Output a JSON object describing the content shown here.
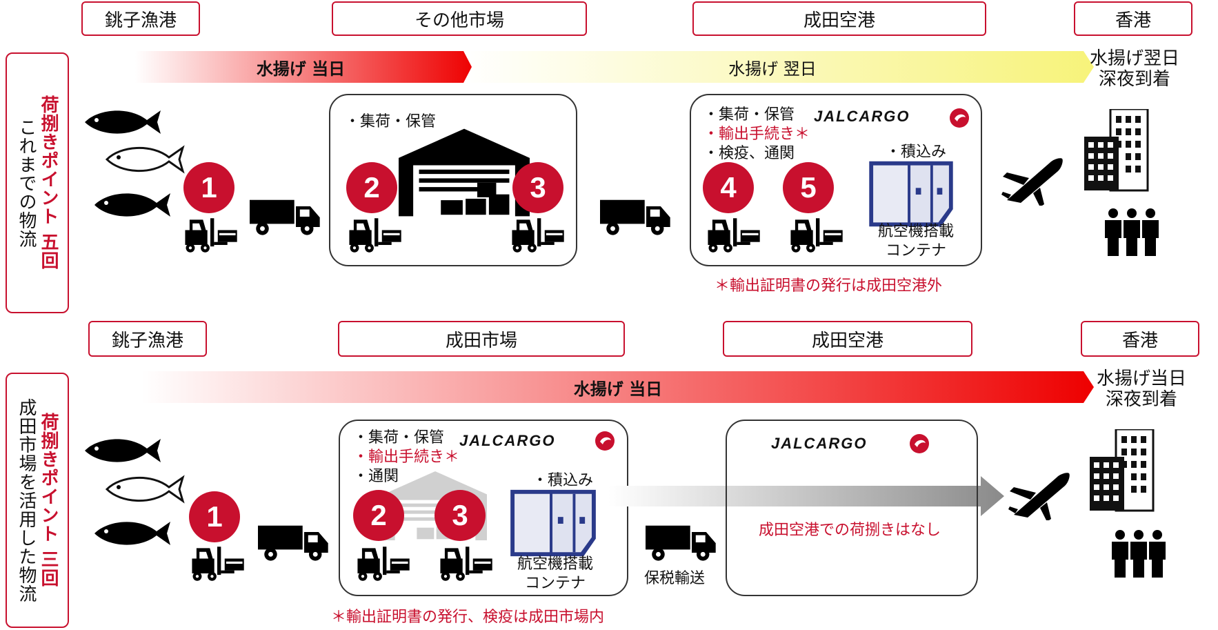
{
  "colors": {
    "accent": "#c8102e",
    "banner_yellow": "#f5f3a0",
    "gray": "#9a9a9a"
  },
  "top": {
    "locations": [
      "銚子漁港",
      "その他市場",
      "成田空港",
      "香港"
    ],
    "side_label": {
      "highlight": "荷捌きポイント 五回",
      "subtitle": "これまでの物流"
    },
    "banner_same_day": "水揚げ 当日",
    "banner_next_day": "水揚げ 翌日",
    "arrival": [
      "水揚げ翌日",
      "深夜到着"
    ],
    "market_box": {
      "item": "・集荷・保管"
    },
    "airport_box": {
      "items": [
        "・集荷・保管",
        "・輸出手続き＊",
        "・検疫、通関"
      ],
      "jal_label": "JALCARGO",
      "loading": "・積込み",
      "container": [
        "航空機搭載",
        "コンテナ"
      ]
    },
    "steps": [
      "1",
      "2",
      "3",
      "4",
      "5"
    ],
    "note": "＊輸出証明書の発行は成田空港外"
  },
  "bottom": {
    "locations": [
      "銚子漁港",
      "成田市場",
      "成田空港",
      "香港"
    ],
    "side_label": {
      "highlight": "荷捌きポイント 三回",
      "subtitle": "成田市場を活用した物流"
    },
    "banner_same_day": "水揚げ 当日",
    "arrival": [
      "水揚げ当日",
      "深夜到着"
    ],
    "market_box": {
      "items": [
        "・集荷・保管",
        "・輸出手続き＊",
        "・通関"
      ],
      "jal_label": "JALCARGO",
      "loading": "・積込み",
      "container": [
        "航空機搭載",
        "コンテナ"
      ]
    },
    "airport_box": {
      "jal_label": "JALCARGO",
      "message": "成田空港での荷捌きはなし"
    },
    "bonded": "保税輸送",
    "steps": [
      "1",
      "2",
      "3"
    ],
    "note": "＊輸出証明書の発行、検疫は成田市場内"
  },
  "icons": [
    "fish-icon",
    "forklift-icon",
    "truck-icon",
    "warehouse-icon",
    "airplane-icon",
    "building-icon",
    "people-icon",
    "container-icon",
    "jal-crane-icon"
  ]
}
